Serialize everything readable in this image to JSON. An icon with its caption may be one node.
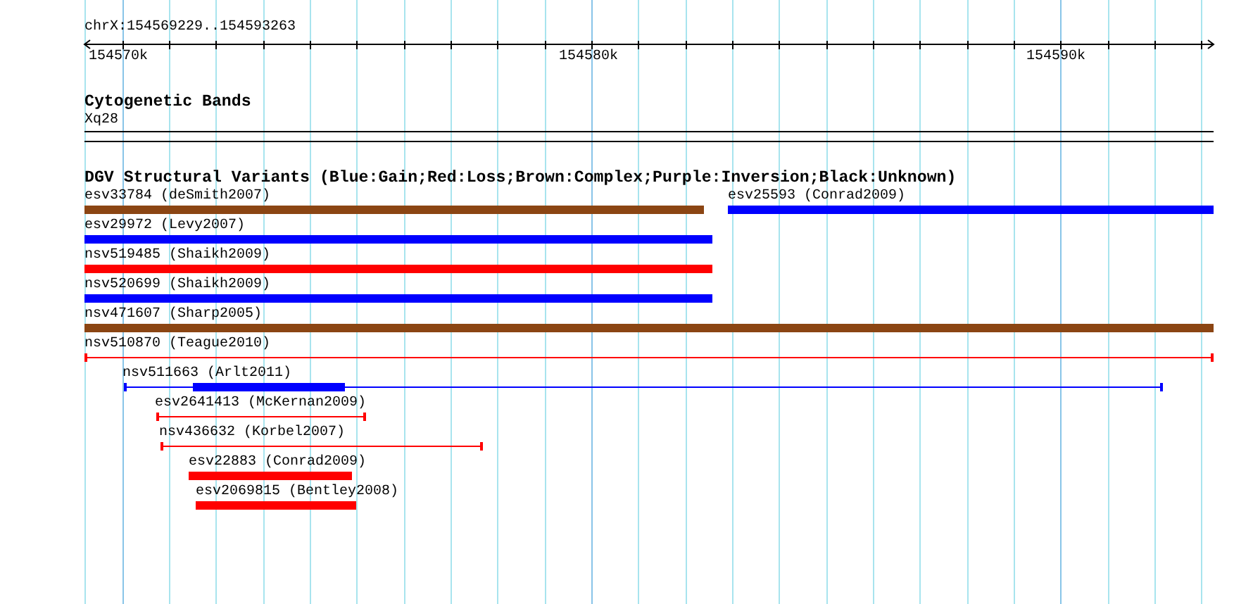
{
  "diagram": {
    "labels": [
      "chrX:154569229..154593263",
      "154570k",
      "154580k",
      "154590k",
      "Cytogenetic Bands",
      "Xq28",
      "DGV Structural Variants (Blue:Gain;Red:Loss;Brown:Complex;Purple:Inversion;Black:Unknown)",
      "esv33784 (deSmith2007)",
      "esv25593 (Conrad2009)",
      "esv29972 (Levy2007)",
      "nsv519485 (Shaikh2009)",
      "nsv520699 (Shaikh2009)",
      "nsv471607 (Sharp2005)",
      "nsv510870 (Teague2010)",
      "nsv511663 (Arlt2011)",
      "esv2641413 (McKernan2009)",
      "nsv436632 (Korbel2007)",
      "esv22883 (Conrad2009)",
      "esv2069815 (Bentley2008)"
    ]
  }
}
